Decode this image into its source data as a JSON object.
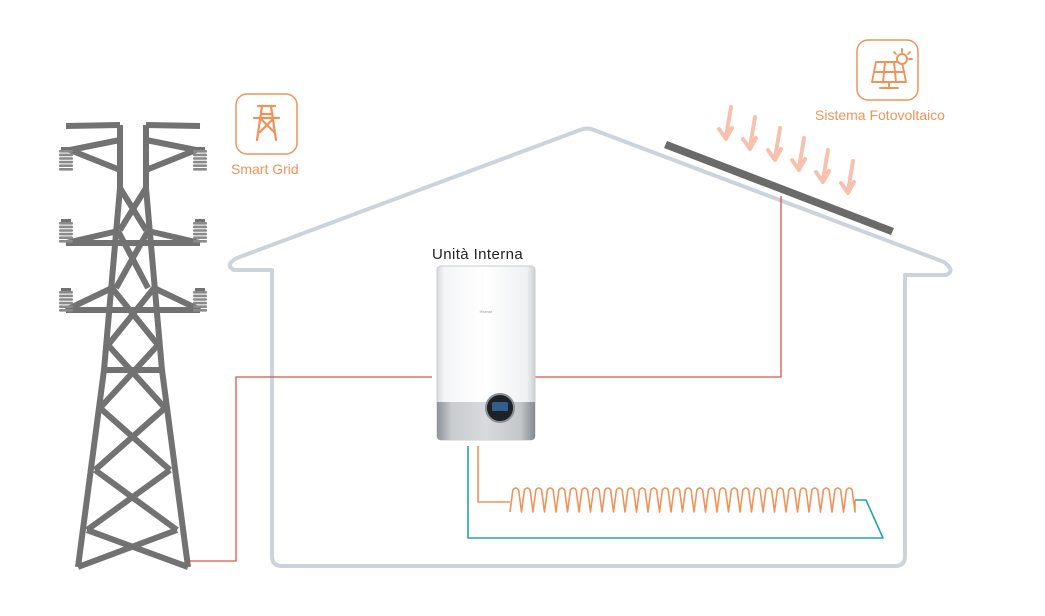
{
  "labels": {
    "smart_grid": "Smart Grid",
    "photovoltaic": "Sistema Fotovoltaico",
    "indoor_unit": "Unità Interna",
    "brand": "Hisense"
  },
  "icons": {
    "smart_grid": "transmission-tower-icon",
    "photovoltaic": "solar-panel-icon"
  },
  "colors": {
    "accent": "#F0935A",
    "house_outline": "#CDD3DA",
    "tower": "#727272",
    "power_line": "#E05546",
    "water_line": "#25A6A0",
    "floor_heating": "#F0935A",
    "panel": "#6A6A6A",
    "sun_arrows": "#F8C1AE",
    "label_dark": "#222222"
  }
}
